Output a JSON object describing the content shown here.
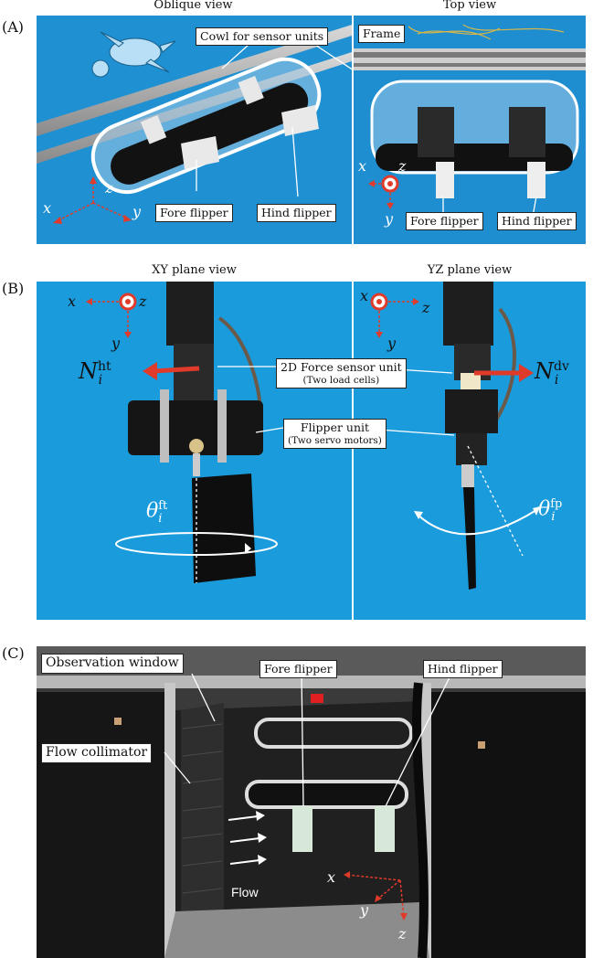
{
  "panel_a": {
    "letter": "(A)",
    "left_title": "Oblique view",
    "right_title": "Top view",
    "callouts": {
      "cowl": "Cowl for sensor units",
      "frame": "Frame",
      "fore_left": "Fore flipper",
      "hind_left": "Hind flipper",
      "fore_right": "Fore flipper",
      "hind_right": "Hind flipper"
    },
    "axes_left": {
      "x": "x",
      "y": "y",
      "z": "z"
    },
    "axes_right": {
      "x": "x",
      "y": "y",
      "z": "z"
    }
  },
  "panel_b": {
    "letter": "(B)",
    "left_title": "XY plane view",
    "right_title": "YZ plane view",
    "callouts": {
      "force_unit": "2D Force sensor unit",
      "force_unit_sub": "(Two load cells)",
      "flipper_unit": "Flipper unit",
      "flipper_unit_sub": "(Two servo motors)"
    },
    "axes_left": {
      "x": "x",
      "y": "y",
      "z": "z"
    },
    "axes_right": {
      "x": "x",
      "y": "y",
      "z": "z"
    },
    "math": {
      "n_ht": "N",
      "n_ht_sup": "ht",
      "n_dv": "N",
      "n_dv_sup": "dv",
      "sub_i": "i",
      "theta_ft": "θ",
      "theta_ft_sup": "ft",
      "theta_fp": "θ",
      "theta_fp_sup": "fp"
    }
  },
  "panel_c": {
    "letter": "(C)",
    "callouts": {
      "window": "Observation window",
      "collimator": "Flow collimator",
      "fore": "Fore flipper",
      "hind": "Hind flipper"
    },
    "flow_label": "Flow",
    "axes": {
      "x": "x",
      "y": "y",
      "z": "z"
    }
  },
  "colors": {
    "pool_blue": "#1e8fd0",
    "arrow_red": "#e03a2a",
    "tank_dark": "#1a1a1a"
  }
}
